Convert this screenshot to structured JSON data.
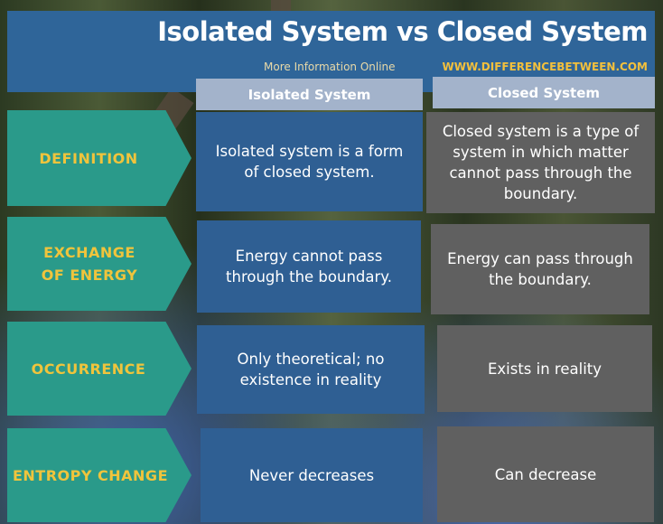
{
  "header": {
    "title": "Isolated System vs Closed System",
    "more_info": "More Information  Online",
    "website": "WWW.DIFFERENCEBETWEEN.COM"
  },
  "columns": [
    "Isolated System",
    "Closed System"
  ],
  "rows": [
    {
      "label": "DEFINITION",
      "isolated": "Isolated system is a form of closed system.",
      "closed": "Closed system is a type of system in which matter cannot pass through the boundary."
    },
    {
      "label": "EXCHANGE OF ENERGY",
      "isolated": "Energy cannot pass through the boundary.",
      "closed": "Energy can pass through the boundary."
    },
    {
      "label": "OCCURRENCE",
      "isolated": "Only theoretical; no existence in reality",
      "closed": "Exists in reality"
    },
    {
      "label": "ENTROPY CHANGE",
      "isolated": "Never decreases",
      "closed": "Can decrease"
    }
  ],
  "colors": {
    "header": "#2f6599",
    "label": "#2a9a8a",
    "label_text": "#f0c43c",
    "isolated": "#2f5f93",
    "closed": "#606060",
    "column_head": "#a3b3cb"
  }
}
